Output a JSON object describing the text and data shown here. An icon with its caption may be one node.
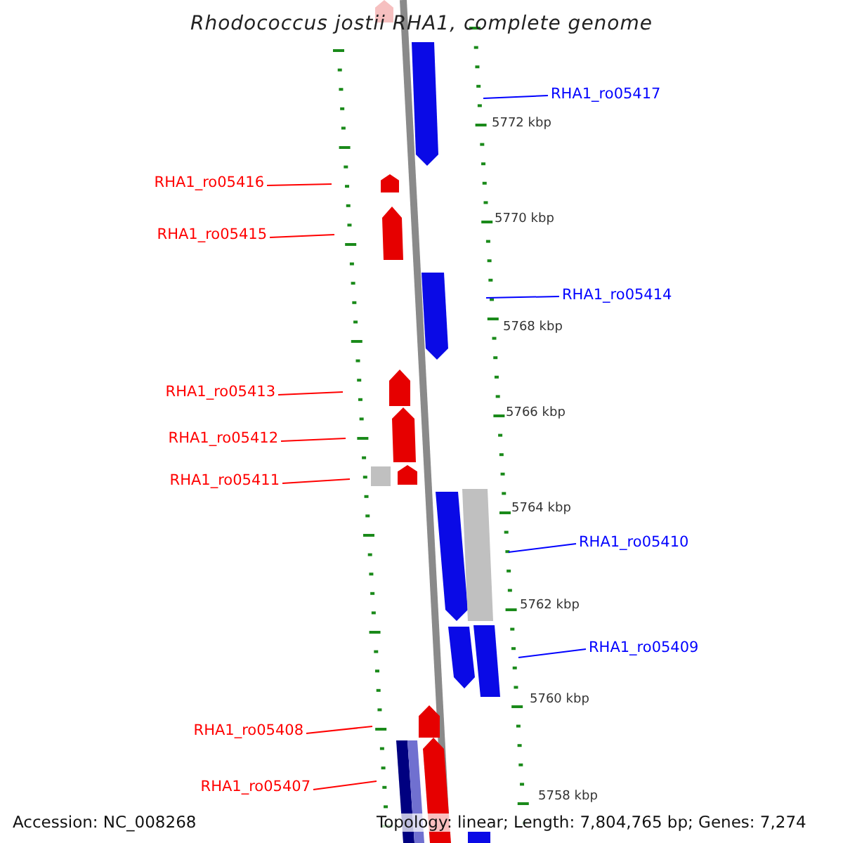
{
  "diagram": {
    "title": "Rhodococcus jostii RHA1, complete genome",
    "nodes": [
      {
        "text": [
          "RHA1_ro05417"
        ]
      },
      {
        "text": [
          "RHA1_ro05416"
        ]
      },
      {
        "text": [
          "RHA1_ro05415"
        ]
      },
      {
        "text": [
          "RHA1_ro05414"
        ]
      },
      {
        "text": [
          "RHA1_ro05413"
        ]
      },
      {
        "text": [
          "RHA1_ro05412"
        ]
      },
      {
        "text": [
          "RHA1_ro05411"
        ]
      },
      {
        "text": [
          "RHA1_ro05410"
        ]
      },
      {
        "text": [
          "RHA1_ro05409"
        ]
      },
      {
        "text": [
          "RHA1_ro05408"
        ]
      },
      {
        "text": [
          "RHA1_ro05407"
        ]
      }
    ],
    "edges": [
      {
        "from": 0,
        "to": null,
        "arrow": "none",
        "color": "#0000ff"
      },
      {
        "from": 1,
        "to": null,
        "arrow": "none"
      },
      {
        "from": 2,
        "to": null,
        "arrow": "none"
      },
      {
        "from": 3,
        "to": null,
        "arrow": "none",
        "color": "#0000ff"
      },
      {
        "from": 4,
        "to": null,
        "arrow": "none"
      },
      {
        "from": 5,
        "to": null,
        "arrow": "none"
      },
      {
        "from": 6,
        "to": null,
        "arrow": "none"
      },
      {
        "from": 7,
        "to": null,
        "arrow": "none",
        "color": "#0000ff"
      },
      {
        "from": 8,
        "to": null,
        "arrow": "none",
        "color": "#0000ff"
      },
      {
        "from": 9,
        "to": null,
        "arrow": "none"
      },
      {
        "from": 10,
        "to": null,
        "arrow": "none"
      }
    ],
    "labels": [
      "5772 kbp",
      "5770 kbp",
      "5768 kbp",
      "5766 kbp",
      "5764 kbp",
      "5762 kbp",
      "5760 kbp",
      "5758 kbp",
      "Accession: NC_008268",
      "Topology: linear; Length: 7,804,765 bp; Genes: 7,274"
    ]
  }
}
